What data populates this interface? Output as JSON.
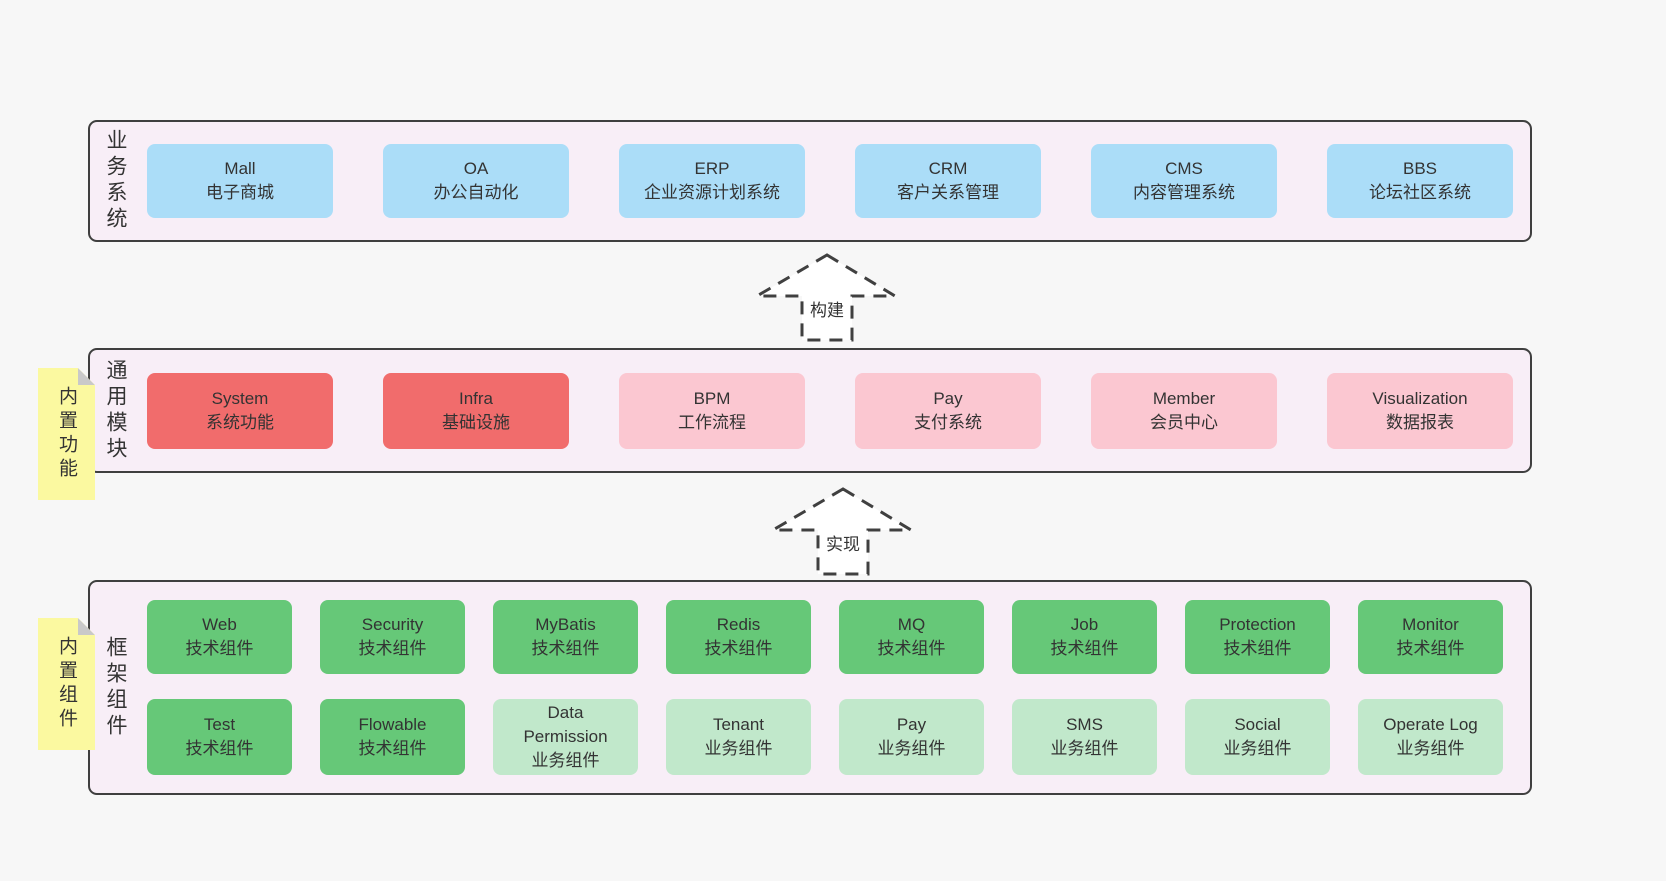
{
  "colors": {
    "background": "#f7f7f7",
    "panel_bg": "#f8eef7",
    "panel_border": "#3f3f3f",
    "text": "#333333",
    "blue": "#abddf8",
    "red": "#f16c6c",
    "pink": "#fbc7d1",
    "green_dark": "#66c878",
    "green_light": "#c1e8cb",
    "yellow": "#fbf9a0",
    "fold_gray": "#c9c9c9"
  },
  "arrows": [
    {
      "label": "构建"
    },
    {
      "label": "实现"
    }
  ],
  "panels": {
    "business": {
      "side_label": "业务系统",
      "boxes": [
        {
          "name": "Mall",
          "desc": "电子商城",
          "color": "blue"
        },
        {
          "name": "OA",
          "desc": "办公自动化",
          "color": "blue"
        },
        {
          "name": "ERP",
          "desc": "企业资源计划系统",
          "color": "blue"
        },
        {
          "name": "CRM",
          "desc": "客户关系管理",
          "color": "blue"
        },
        {
          "name": "CMS",
          "desc": "内容管理系统",
          "color": "blue"
        },
        {
          "name": "BBS",
          "desc": "论坛社区系统",
          "color": "blue"
        }
      ]
    },
    "modules": {
      "side_label": "通用模块",
      "sticky": "内置功能",
      "boxes": [
        {
          "name": "System",
          "desc": "系统功能",
          "color": "red"
        },
        {
          "name": "Infra",
          "desc": "基础设施",
          "color": "red"
        },
        {
          "name": "BPM",
          "desc": "工作流程",
          "color": "pink"
        },
        {
          "name": "Pay",
          "desc": "支付系统",
          "color": "pink"
        },
        {
          "name": "Member",
          "desc": "会员中心",
          "color": "pink"
        },
        {
          "name": "Visualization",
          "desc": "数据报表",
          "color": "pink"
        }
      ]
    },
    "components": {
      "side_label": "框架组件",
      "sticky": "内置组件",
      "row1": [
        {
          "name": "Web",
          "desc": "技术组件",
          "color": "green_dark"
        },
        {
          "name": "Security",
          "desc": "技术组件",
          "color": "green_dark"
        },
        {
          "name": "MyBatis",
          "desc": "技术组件",
          "color": "green_dark"
        },
        {
          "name": "Redis",
          "desc": "技术组件",
          "color": "green_dark"
        },
        {
          "name": "MQ",
          "desc": "技术组件",
          "color": "green_dark"
        },
        {
          "name": "Job",
          "desc": "技术组件",
          "color": "green_dark"
        },
        {
          "name": "Protection",
          "desc": "技术组件",
          "color": "green_dark"
        },
        {
          "name": "Monitor",
          "desc": "技术组件",
          "color": "green_dark"
        }
      ],
      "row2": [
        {
          "name": "Test",
          "desc": "技术组件",
          "color": "green_dark"
        },
        {
          "name": "Flowable",
          "desc": "技术组件",
          "color": "green_dark"
        },
        {
          "name": "Data\nPermission",
          "desc": "业务组件",
          "color": "green_light"
        },
        {
          "name": "Tenant",
          "desc": "业务组件",
          "color": "green_light"
        },
        {
          "name": "Pay",
          "desc": "业务组件",
          "color": "green_light"
        },
        {
          "name": "SMS",
          "desc": "业务组件",
          "color": "green_light"
        },
        {
          "name": "Social",
          "desc": "业务组件",
          "color": "green_light"
        },
        {
          "name": "Operate Log",
          "desc": "业务组件",
          "color": "green_light"
        }
      ]
    }
  }
}
